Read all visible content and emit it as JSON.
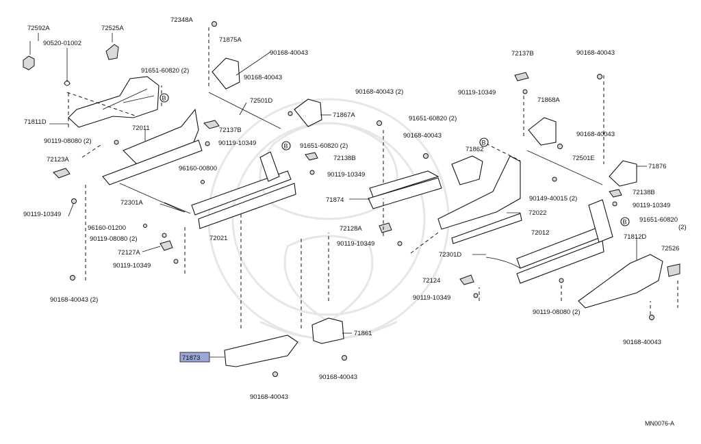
{
  "diagram_code": "MN0076-A",
  "highlighted_part": "71873",
  "callout_letter": "B",
  "labels": {
    "p72592A": "72592A",
    "p90520": "90520-01002",
    "p72525A": "72525A",
    "p72348A": "72348A",
    "p71875A": "71875A",
    "p90168_a": "90168-40043",
    "p91651_a": "91651-60820 (2)",
    "p90168_b": "90168-40043",
    "p72501D": "72501D",
    "p71867A": "71867A",
    "p71811D": "71811D",
    "p72011": "72011",
    "p72137B_l": "72137B",
    "p90119_08080_a": "90119-08080 (2)",
    "p90119_10349_a": "90119-10349",
    "p91651_b": "91651-60820 (2)",
    "p72123A": "72123A",
    "p72138B_l": "72138B",
    "p96160_00800": "96160-00800",
    "p90119_10349_b": "90119-10349",
    "p90119_10349_c": "90119-10349",
    "p72301A": "72301A",
    "p96160_01200": "96160-01200",
    "p90119_08080_b": "90119-08080 (2)",
    "p72021": "72021",
    "p72127A": "72127A",
    "p90119_10349_d": "90119-10349",
    "p90168_40043_2a": "90168-40043 (2)",
    "p71873": "71873",
    "p71861": "71861",
    "p90168_c": "90168-40043",
    "p90168_d": "90168-40043",
    "p90168_40043_2b": "90168-40043 (2)",
    "p72137B_r": "72137B",
    "p90168_e": "90168-40043",
    "p90119_10349_e": "90119-10349",
    "p71868A": "71868A",
    "p91651_c": "91651-60820 (2)",
    "p90168_f": "90168-40043",
    "p90168_g": "90168-40043",
    "p71862": "71862",
    "p72501E": "72501E",
    "p71876": "71876",
    "p71874": "71874",
    "p90149_40015": "90149-40015 (2)",
    "p72138B_r": "72138B",
    "p90119_10349_f": "90119-10349",
    "p72022": "72022",
    "p91651_d": "91651-60820",
    "p91651_d2": "(2)",
    "p72128A": "72128A",
    "p90119_10349_g": "90119-10349",
    "p72012": "72012",
    "p71812D": "71812D",
    "p72301D": "72301D",
    "p72526": "72526",
    "p72124": "72124",
    "p90119_10349_h": "90119-10349",
    "p90119_08080_c": "90119-08080 (2)",
    "p90168_h": "90168-40043"
  }
}
